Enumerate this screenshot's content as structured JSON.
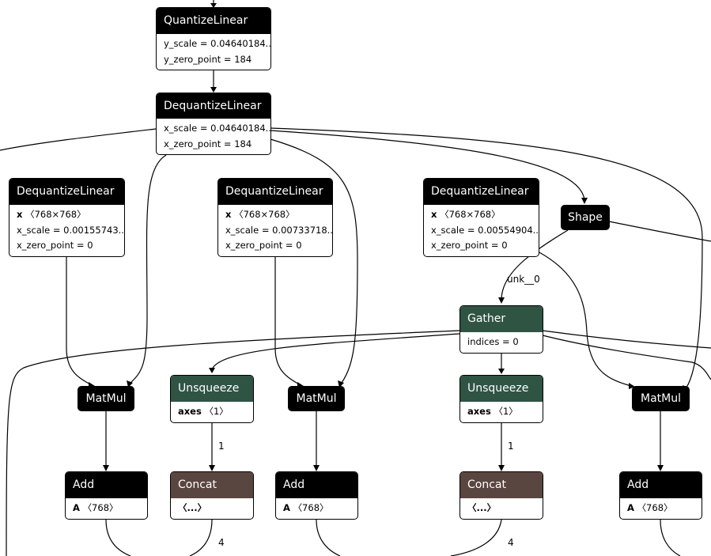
{
  "nodes": {
    "quantize": {
      "title": "QuantizeLinear",
      "attr1": "y_scale = 0.04640184...",
      "attr2": "y_zero_point = 184"
    },
    "dequant_main": {
      "title": "DequantizeLinear",
      "attr1": "x_scale = 0.04640184...",
      "attr2": "x_zero_point = 184"
    },
    "dequant_a": {
      "title": "DequantizeLinear",
      "input_name": "x",
      "input_shape": "〈768×768〉",
      "attr1": "x_scale = 0.00155743...",
      "attr2": "x_zero_point = 0"
    },
    "dequant_b": {
      "title": "DequantizeLinear",
      "input_name": "x",
      "input_shape": "〈768×768〉",
      "attr1": "x_scale = 0.00733718...",
      "attr2": "x_zero_point = 0"
    },
    "dequant_c": {
      "title": "DequantizeLinear",
      "input_name": "x",
      "input_shape": "〈768×768〉",
      "attr1": "x_scale = 0.00554904...",
      "attr2": "x_zero_point = 0"
    },
    "shape": {
      "title": "Shape"
    },
    "gather": {
      "title": "Gather",
      "attr1": "indices = 0"
    },
    "matmul_a": {
      "title": "MatMul"
    },
    "matmul_b": {
      "title": "MatMul"
    },
    "matmul_c": {
      "title": "MatMul"
    },
    "unsqueeze_a": {
      "title": "Unsqueeze",
      "input_name": "axes",
      "input_shape": "〈1〉"
    },
    "unsqueeze_b": {
      "title": "Unsqueeze",
      "input_name": "axes",
      "input_shape": "〈1〉"
    },
    "add_a": {
      "title": "Add",
      "input_name": "A",
      "input_shape": "〈768〉"
    },
    "add_b": {
      "title": "Add",
      "input_name": "A",
      "input_shape": "〈768〉"
    },
    "add_c": {
      "title": "Add",
      "input_name": "A",
      "input_shape": "〈768〉"
    },
    "concat_a": {
      "title": "Concat",
      "input_name": "〈...〉"
    },
    "concat_b": {
      "title": "Concat",
      "input_name": "〈...〉"
    }
  },
  "edge_labels": {
    "shape_to_gather": "unk__0",
    "unsqueeze_a_to_concat": "1",
    "unsqueeze_b_to_concat": "1",
    "concat_a_out": "4",
    "concat_b_out": "4"
  },
  "colors": {
    "op_default": "#000000",
    "op_shape_manip": "#2f5443",
    "op_tensor": "#5a4640"
  }
}
